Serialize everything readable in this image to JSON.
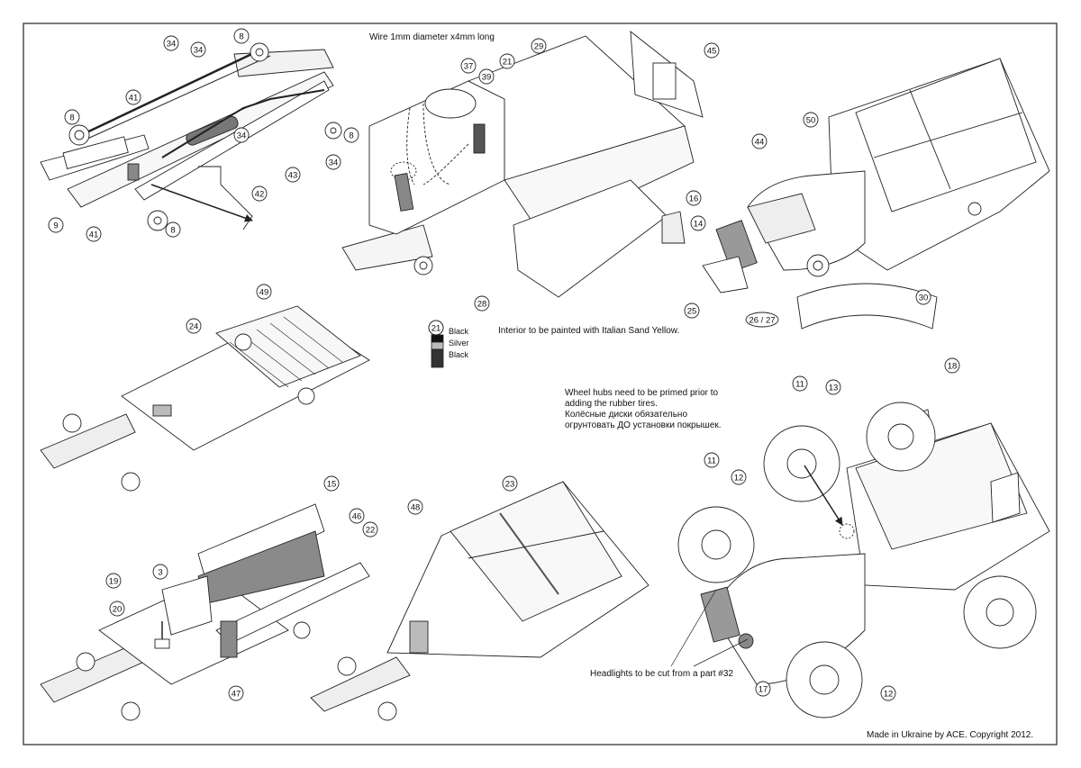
{
  "notes": {
    "wire": "Wire 1mm diameter x4mm long",
    "interior": "Interior to be painted with Italian Sand Yellow.",
    "wheel_hubs_en_1": "Wheel hubs need to be primed prior to",
    "wheel_hubs_en_2": "adding the rubber tires.",
    "wheel_hubs_ru_1": "Колёсные диски обязательно",
    "wheel_hubs_ru_2": "огрунтовать ДО установки покрышек.",
    "headlights": "Headlights to be cut from a part #32",
    "copyright": "Made in Ukraine by ACE. Copyright 2012."
  },
  "paint_chart": {
    "part": "21",
    "colors": [
      "Black",
      "Silver",
      "Black"
    ]
  },
  "callouts": [
    {
      "n": "34"
    },
    {
      "n": "34"
    },
    {
      "n": "8"
    },
    {
      "n": "41"
    },
    {
      "n": "8"
    },
    {
      "n": "8"
    },
    {
      "n": "34"
    },
    {
      "n": "43"
    },
    {
      "n": "34"
    },
    {
      "n": "9"
    },
    {
      "n": "41"
    },
    {
      "n": "8"
    },
    {
      "n": "42"
    },
    {
      "n": "37"
    },
    {
      "n": "21"
    },
    {
      "n": "39"
    },
    {
      "n": "29"
    },
    {
      "n": "45"
    },
    {
      "n": "50"
    },
    {
      "n": "44"
    },
    {
      "n": "16"
    },
    {
      "n": "14"
    },
    {
      "n": "28"
    },
    {
      "n": "25"
    },
    {
      "n": "26 / 27"
    },
    {
      "n": "30"
    },
    {
      "n": "49"
    },
    {
      "n": "24"
    },
    {
      "n": "18"
    },
    {
      "n": "11"
    },
    {
      "n": "13"
    },
    {
      "n": "11"
    },
    {
      "n": "12"
    },
    {
      "n": "15"
    },
    {
      "n": "46"
    },
    {
      "n": "22"
    },
    {
      "n": "3"
    },
    {
      "n": "19"
    },
    {
      "n": "20"
    },
    {
      "n": "23"
    },
    {
      "n": "48"
    },
    {
      "n": "47"
    },
    {
      "n": "17"
    },
    {
      "n": "12"
    }
  ]
}
